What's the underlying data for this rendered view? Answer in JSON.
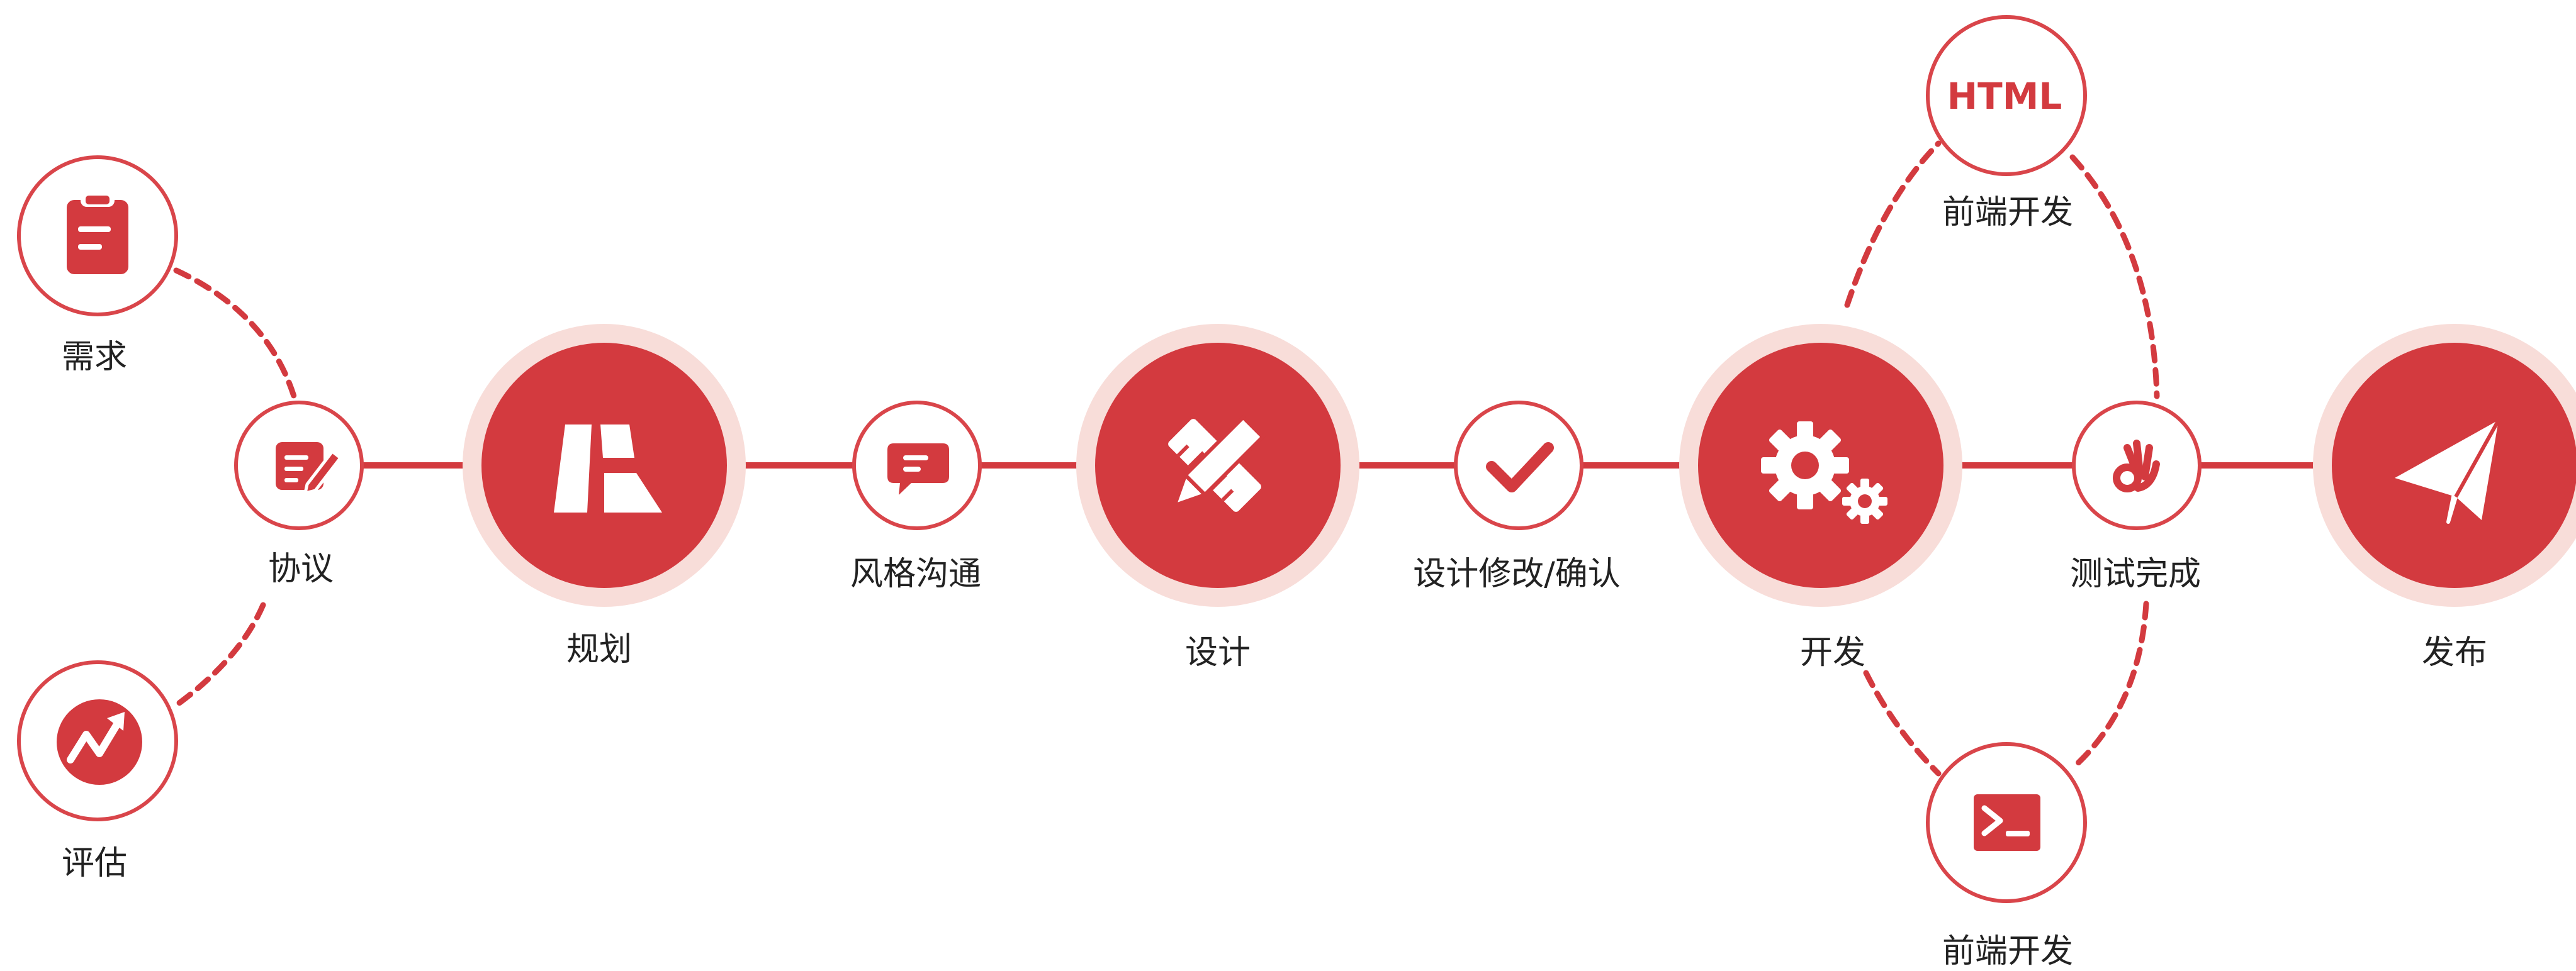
{
  "colors": {
    "primary": "#d33a3f",
    "halo": "#f8ddd9",
    "outline": "#d9454a",
    "background": "#ffffff",
    "label": "#222222",
    "icon_on_primary": "#ffffff"
  },
  "nodes": {
    "xuqiu": {
      "label": "需求",
      "icon": "clipboard-icon"
    },
    "pinggu": {
      "label": "评估",
      "icon": "trend-chart-icon"
    },
    "xieyi": {
      "label": "协议",
      "icon": "document-edit-icon"
    },
    "guihua": {
      "label": "规划",
      "icon": "road-layout-icon"
    },
    "fengge": {
      "label": "风格沟通",
      "icon": "chat-bubble-icon"
    },
    "sheji": {
      "label": "设计",
      "icon": "ruler-pencil-icon"
    },
    "xiugai": {
      "label": "设计修改/确认",
      "icon": "checkmark-icon"
    },
    "kaifa": {
      "label": "开发",
      "icon": "gears-icon"
    },
    "qianduan_top": {
      "label": "前端开发",
      "badge": "HTML",
      "icon": "html-badge"
    },
    "qianduan_bottom": {
      "label": "前端开发",
      "icon": "terminal-icon"
    },
    "ceshi": {
      "label": "测试完成",
      "icon": "ok-hand-icon"
    },
    "fabu": {
      "label": "发布",
      "icon": "paper-plane-icon"
    }
  }
}
